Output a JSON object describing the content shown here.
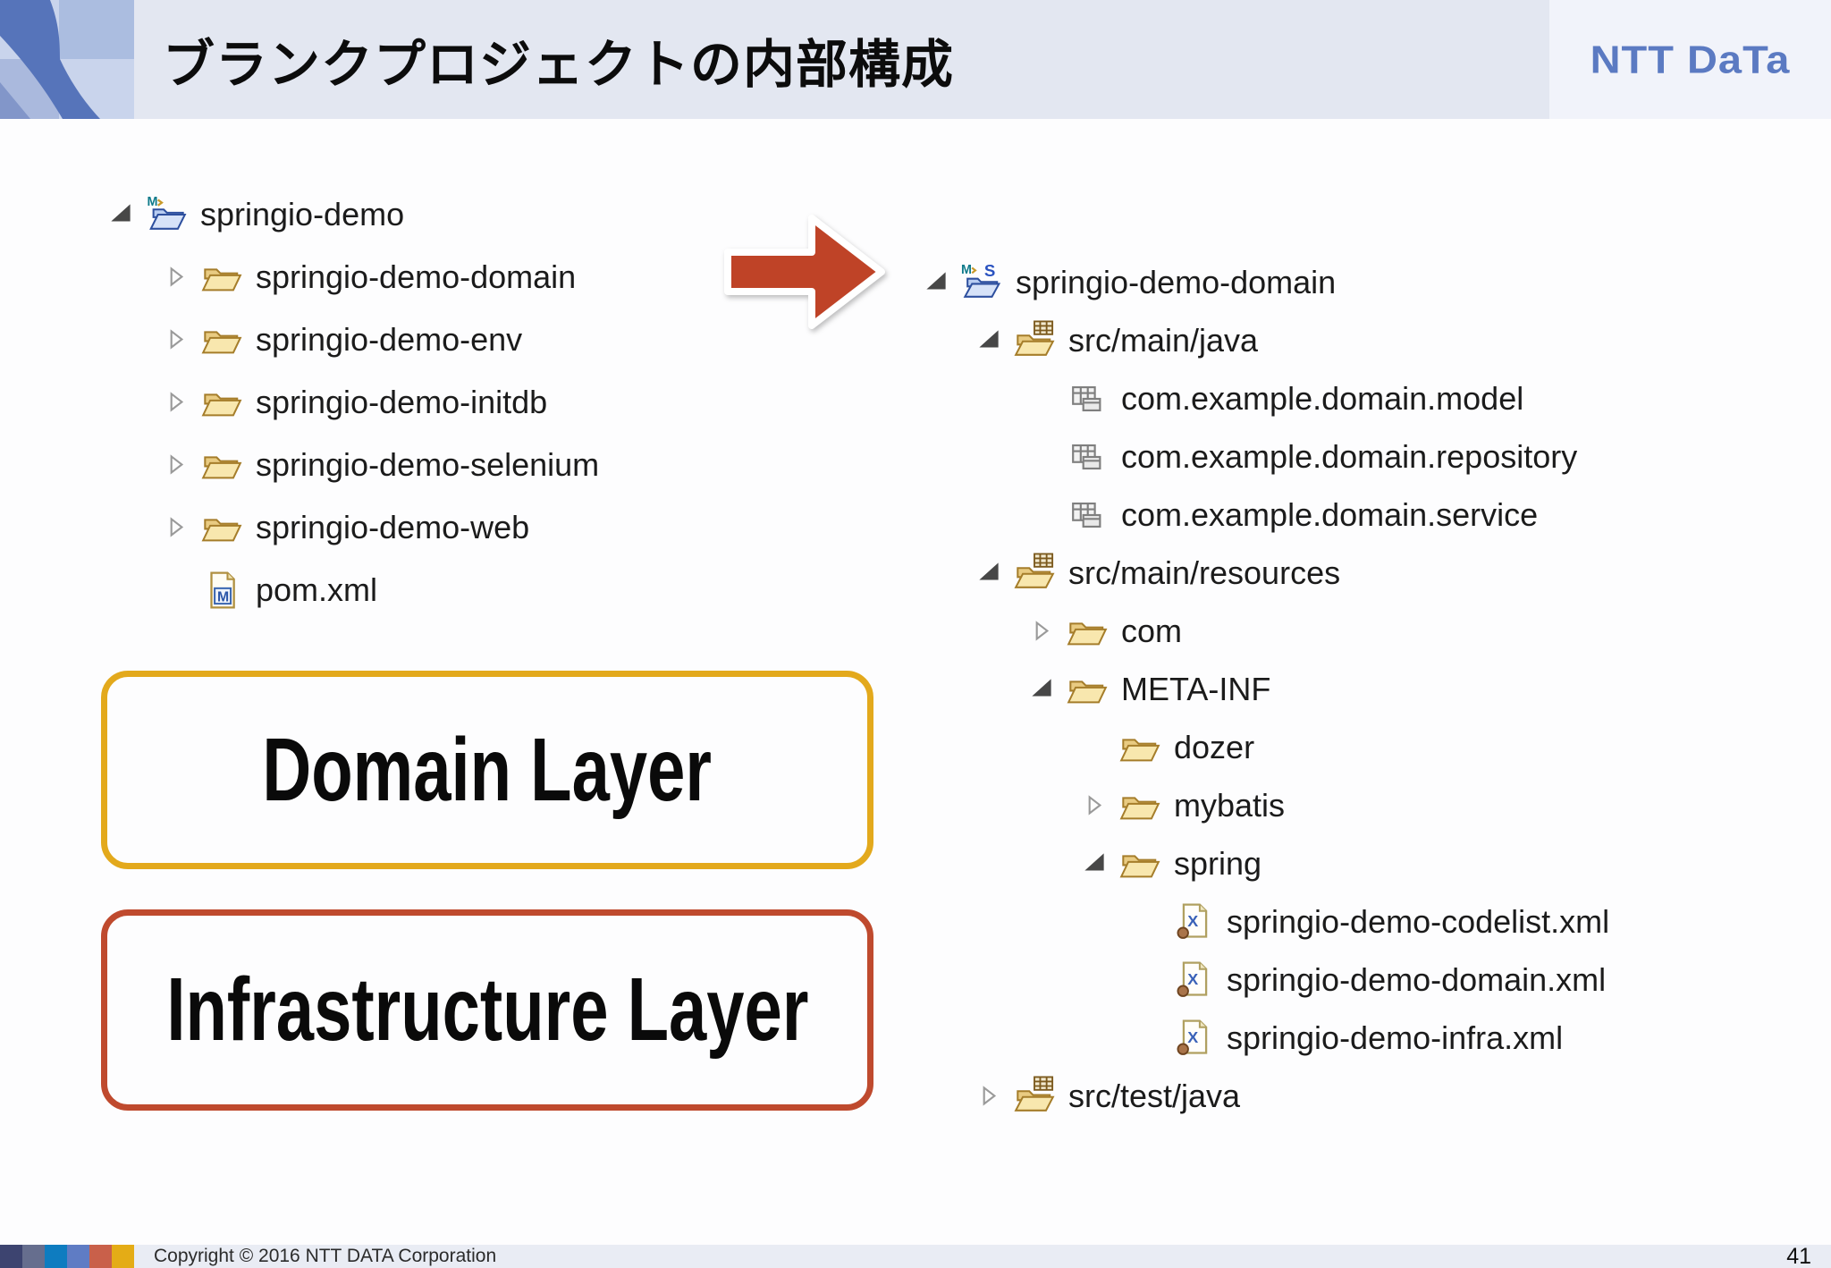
{
  "header": {
    "title": "ブランクプロジェクトの内部構成",
    "logo_text": "NTT DaTa",
    "logo_color": "#5b7ac2",
    "band_color": "#e3e7f1"
  },
  "arrow": {
    "direction": "right",
    "fill_color": "#bf4327",
    "outline_color": "#ffffff"
  },
  "left_tree": {
    "items": [
      {
        "label": "springio-demo",
        "indent": 0,
        "twistie": "expanded",
        "icon": "maven-project-folder"
      },
      {
        "label": "springio-demo-domain",
        "indent": 1,
        "twistie": "collapsed",
        "icon": "open-folder"
      },
      {
        "label": "springio-demo-env",
        "indent": 1,
        "twistie": "collapsed",
        "icon": "open-folder"
      },
      {
        "label": "springio-demo-initdb",
        "indent": 1,
        "twistie": "collapsed",
        "icon": "open-folder"
      },
      {
        "label": "springio-demo-selenium",
        "indent": 1,
        "twistie": "collapsed",
        "icon": "open-folder"
      },
      {
        "label": "springio-demo-web",
        "indent": 1,
        "twistie": "collapsed",
        "icon": "open-folder"
      },
      {
        "label": "pom.xml",
        "indent": 1,
        "twistie": "none",
        "icon": "maven-pom-file"
      }
    ]
  },
  "right_tree": {
    "items": [
      {
        "label": "springio-demo-domain",
        "indent": 0,
        "twistie": "expanded",
        "icon": "maven-spring-project-folder"
      },
      {
        "label": "src/main/java",
        "indent": 1,
        "twistie": "expanded",
        "icon": "source-folder"
      },
      {
        "label": "com.example.domain.model",
        "indent": 2,
        "twistie": "none",
        "icon": "package"
      },
      {
        "label": "com.example.domain.repository",
        "indent": 2,
        "twistie": "none",
        "icon": "package"
      },
      {
        "label": "com.example.domain.service",
        "indent": 2,
        "twistie": "none",
        "icon": "package"
      },
      {
        "label": "src/main/resources",
        "indent": 1,
        "twistie": "expanded",
        "icon": "source-folder"
      },
      {
        "label": "com",
        "indent": 2,
        "twistie": "collapsed",
        "icon": "open-folder"
      },
      {
        "label": "META-INF",
        "indent": 2,
        "twistie": "expanded",
        "icon": "open-folder"
      },
      {
        "label": "dozer",
        "indent": 3,
        "twistie": "none",
        "icon": "open-folder"
      },
      {
        "label": "mybatis",
        "indent": 3,
        "twistie": "collapsed",
        "icon": "open-folder"
      },
      {
        "label": "spring",
        "indent": 3,
        "twistie": "expanded",
        "icon": "open-folder"
      },
      {
        "label": "springio-demo-codelist.xml",
        "indent": 4,
        "twistie": "none",
        "icon": "xml-file"
      },
      {
        "label": "springio-demo-domain.xml",
        "indent": 4,
        "twistie": "none",
        "icon": "xml-file"
      },
      {
        "label": "springio-demo-infra.xml",
        "indent": 4,
        "twistie": "none",
        "icon": "xml-file"
      },
      {
        "label": "src/test/java",
        "indent": 1,
        "twistie": "collapsed",
        "icon": "source-folder"
      }
    ]
  },
  "boxes": [
    {
      "label": "Domain Layer",
      "border_color": "#e3a91c"
    },
    {
      "label": "Infrastructure Layer",
      "border_color": "#bf4a2e"
    }
  ],
  "footer": {
    "copyright": "Copyright © 2016 NTT DATA Corporation",
    "page_number": "41",
    "palette": [
      "#3d4470",
      "#666e8e",
      "#0e7cc0",
      "#5f7cc4",
      "#c9604a",
      "#e4ac16"
    ]
  }
}
